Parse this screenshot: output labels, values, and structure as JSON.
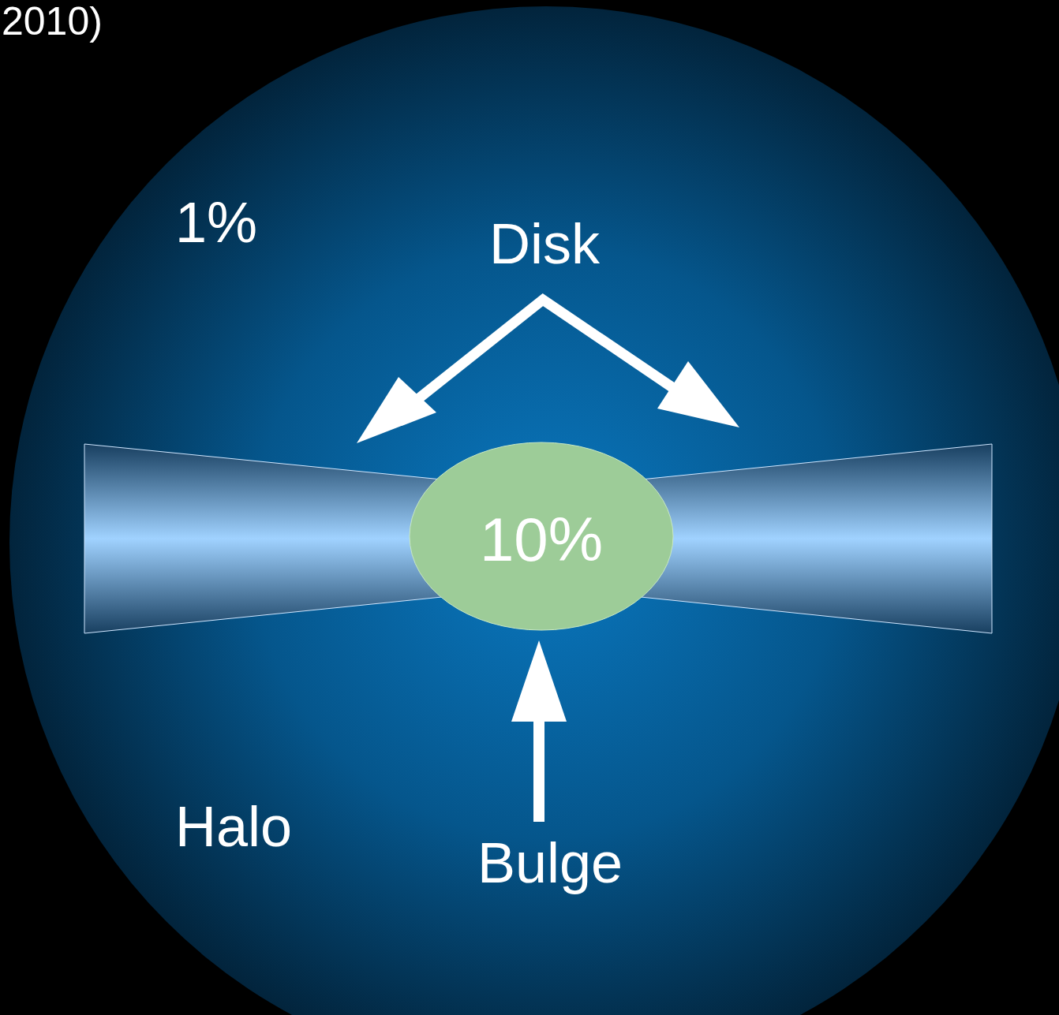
{
  "diagram": {
    "nodes": [
      {
        "text": [
          "1%",
          "Halo"
        ]
      },
      {
        "text": [
          "10%"
        ],
        "in": 0
      }
    ],
    "labels": [
      "2010)",
      "Disk",
      "Bulge"
    ]
  }
}
